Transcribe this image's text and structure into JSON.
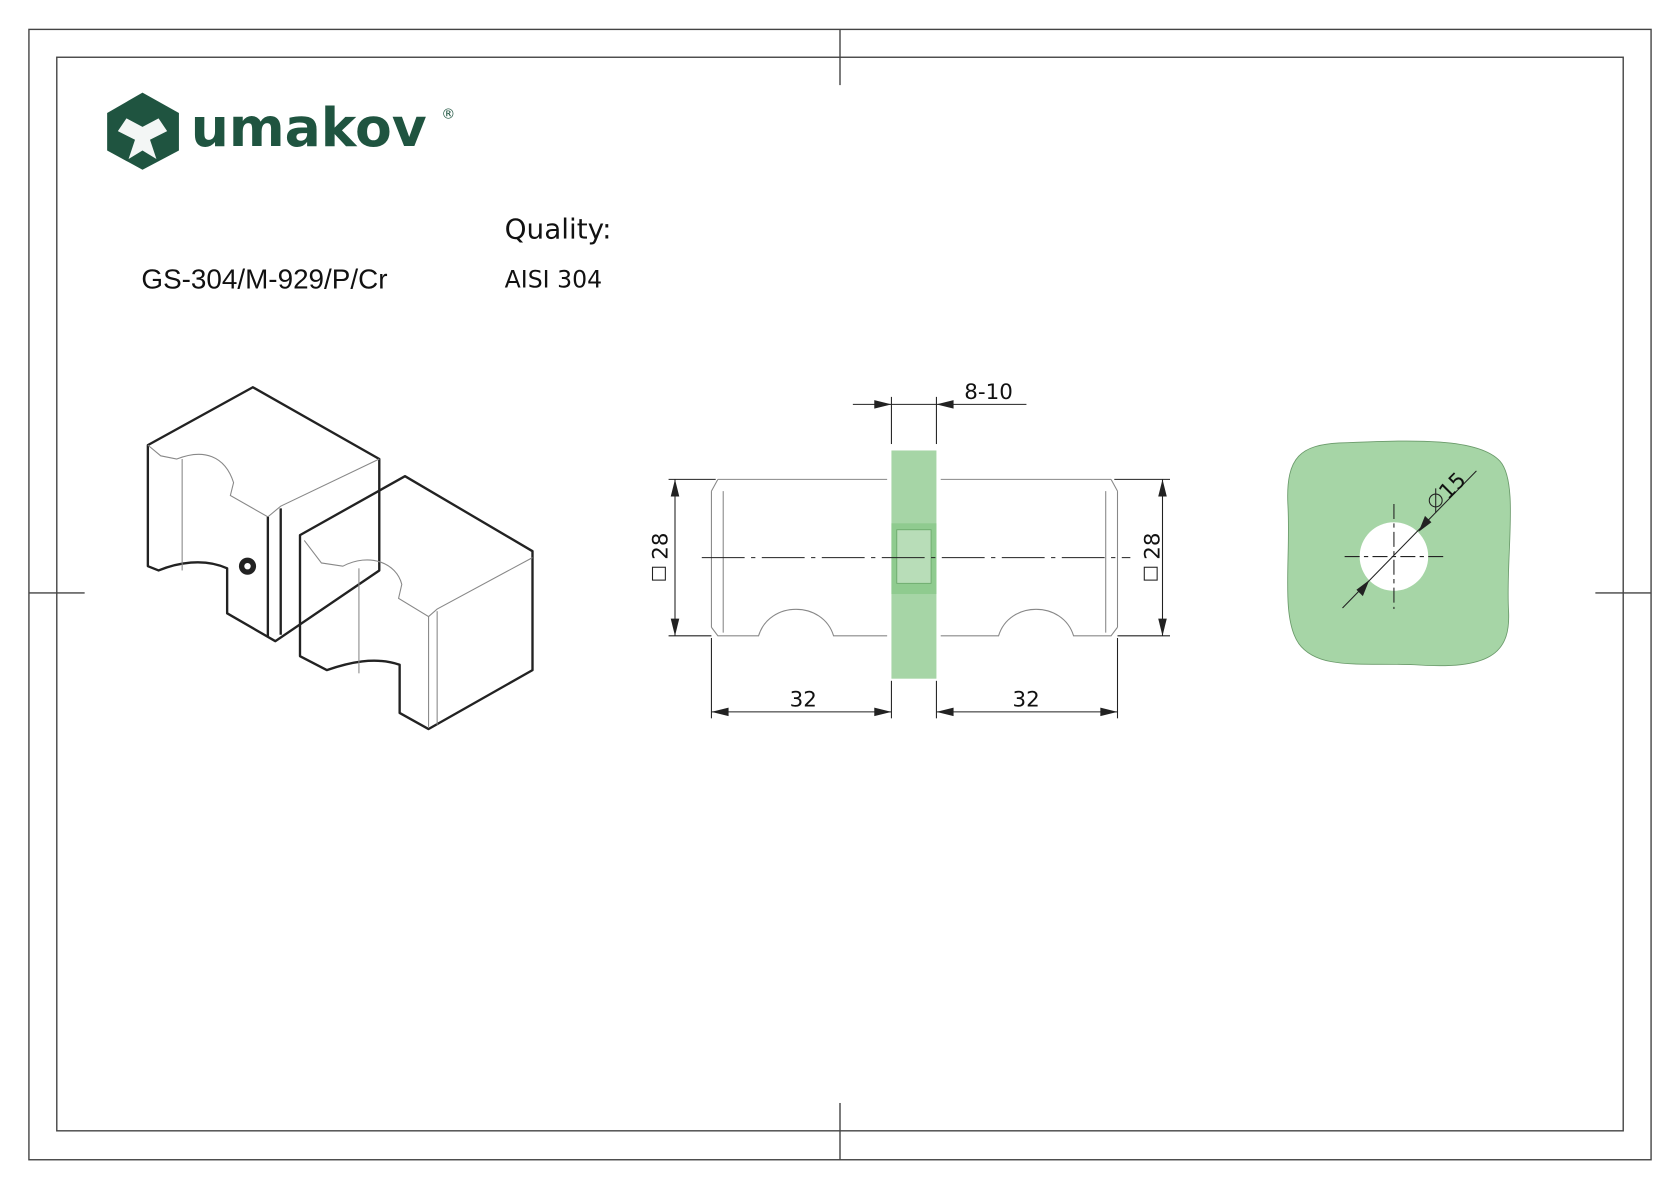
{
  "brand": {
    "name": "umakov",
    "registered": "®",
    "color": "#1f5440"
  },
  "product": {
    "code": "GS-304/M-929/P/Cr"
  },
  "quality": {
    "label": "Quality:",
    "value": "AISI 304"
  },
  "dimensions": {
    "glass_thickness": "8-10",
    "square_left": "28",
    "square_right": "28",
    "depth_left": "32",
    "depth_right": "32",
    "hole_diameter": "15"
  },
  "colors": {
    "gasket": "#a6d5a6",
    "line": "#222222"
  }
}
